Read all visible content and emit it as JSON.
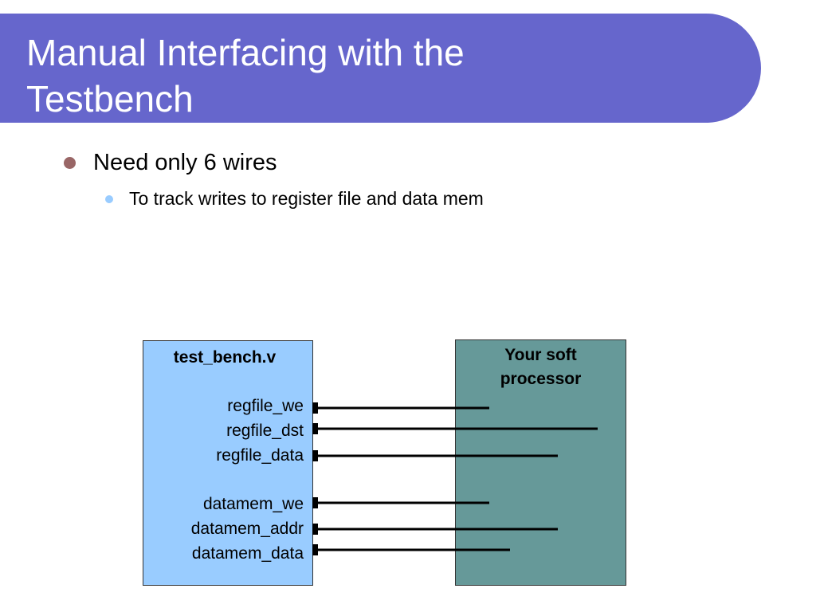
{
  "slide": {
    "title": "Manual Interfacing with the\nTestbench",
    "bullets": [
      {
        "text": "Need only 6 wires",
        "level": 1
      },
      {
        "text": "To track writes to register file and data mem",
        "level": 2
      }
    ]
  },
  "diagram": {
    "testbench": {
      "title": "test_bench.v",
      "signals": [
        "regfile_we",
        "regfile_dst",
        "regfile_data",
        "datamem_we",
        "datamem_addr",
        "datamem_data"
      ]
    },
    "processor": {
      "title": "Your soft\nprocessor"
    }
  },
  "colors": {
    "title_bar": "#6666cc",
    "title_text": "#ffffff",
    "bullet1": "#996666",
    "bullet2": "#99ccff",
    "testbench_fill": "#99ccff",
    "processor_fill": "#669999",
    "wire": "#000000"
  }
}
